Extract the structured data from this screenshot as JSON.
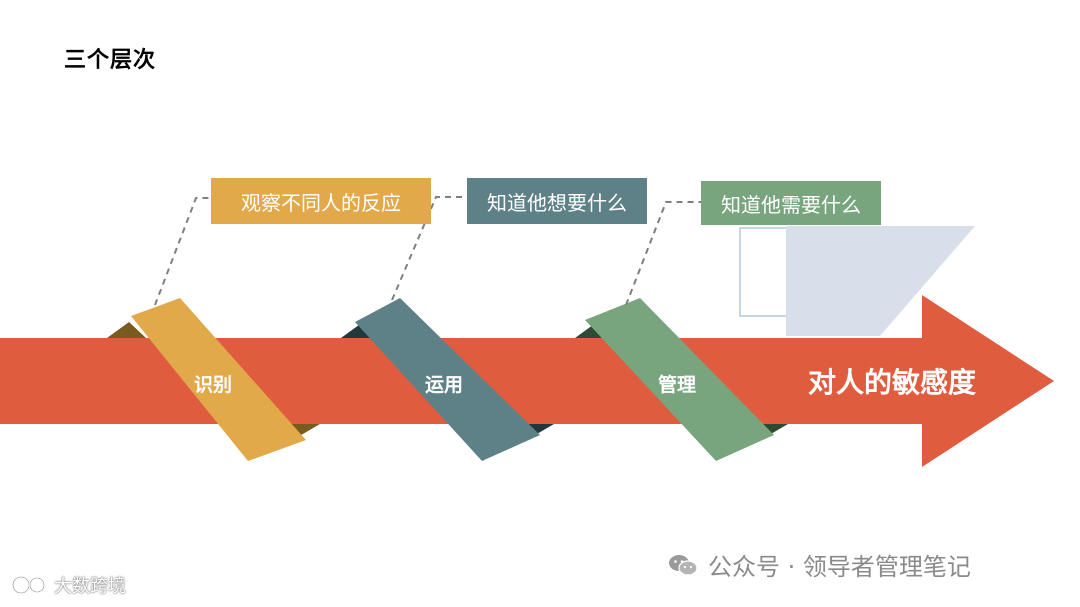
{
  "slide": {
    "title": "三个层次"
  },
  "diagram": {
    "arrow_label": "对人的敏感度",
    "stages": [
      {
        "band_label": "识别",
        "description": "观察不同人的反应",
        "color": "#E2A94B",
        "fold_color": "#7A5A1E"
      },
      {
        "band_label": "运用",
        "description": "知道他想要什么",
        "color": "#5E8188",
        "fold_color": "#23383D"
      },
      {
        "band_label": "管理",
        "description": "知道他需要什么",
        "color": "#79A57E",
        "fold_color": "#2F4A33"
      }
    ],
    "arrow_color": "#E05C3E"
  },
  "watermarks": {
    "account": "公众号 · 领导者管理笔记",
    "brand": "大数跨境"
  }
}
